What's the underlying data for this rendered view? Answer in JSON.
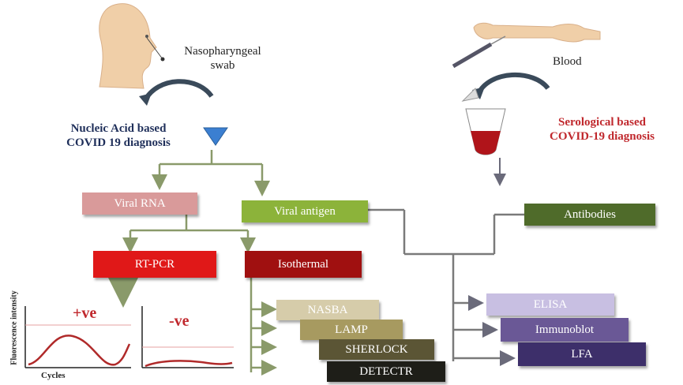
{
  "sources": {
    "swab_label": "Nasopharyngeal\nswab",
    "blood_label": "Blood"
  },
  "headings": {
    "nucleic": "Nucleic Acid based\nCOVID 19 diagnosis",
    "serological": "Serological based\nCOVID-19 diagnosis"
  },
  "nodes": {
    "viral_rna": "Viral RNA",
    "viral_antigen": "Viral antigen",
    "antibodies": "Antibodies",
    "rt_pcr": "RT-PCR",
    "isothermal": "Isothermal",
    "nasba": "NASBA",
    "lamp": "LAMP",
    "sherlock": "SHERLOCK",
    "detectr": "DETECTR",
    "elisa": "ELISA",
    "immunoblot": "Immunoblot",
    "lfa": "LFA"
  },
  "plots": {
    "positive": "+ve",
    "negative": "-ve",
    "x_label": "Cycles",
    "y_label": "Fluorescence intensity"
  },
  "colors": {
    "heading_nucleic": "#1f2f5a",
    "heading_serological": "#c0282d",
    "viral_rna": "#d99a9a",
    "viral_antigen": "#8cb33a",
    "antibodies": "#4f6b2a",
    "rt_pcr": "#e01818",
    "isothermal": "#a01010",
    "nasba": "#d6ccaa",
    "lamp": "#a79a60",
    "sherlock": "#5b5535",
    "detectr": "#1e1e18",
    "elisa": "#c8bfe2",
    "immunoblot": "#6a5896",
    "lfa": "#3d2f6a",
    "connector_green": "#8a9a6a",
    "connector_grey": "#7a7a7a",
    "curve_red": "#b02a2a"
  }
}
